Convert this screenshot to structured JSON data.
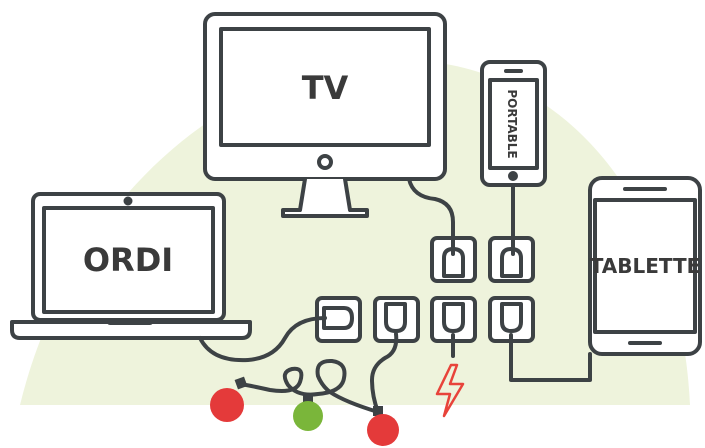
{
  "colors": {
    "outline": "#3d4245",
    "background_blob": "#eef3dc",
    "bulb_red": "#e43a3a",
    "bulb_green": "#7ab63a",
    "lightning": "#e8433a",
    "screen_fill": "#ffffff"
  },
  "devices": {
    "tv": {
      "label": "TV"
    },
    "phone": {
      "label": "PORTABLE"
    },
    "laptop": {
      "label": "ORDI"
    },
    "tablet": {
      "label": "TABLETTE"
    }
  },
  "icons": {
    "power": "lightning-bolt-icon",
    "decoration": "string-lights-icon",
    "sockets": "power-socket-icon"
  }
}
